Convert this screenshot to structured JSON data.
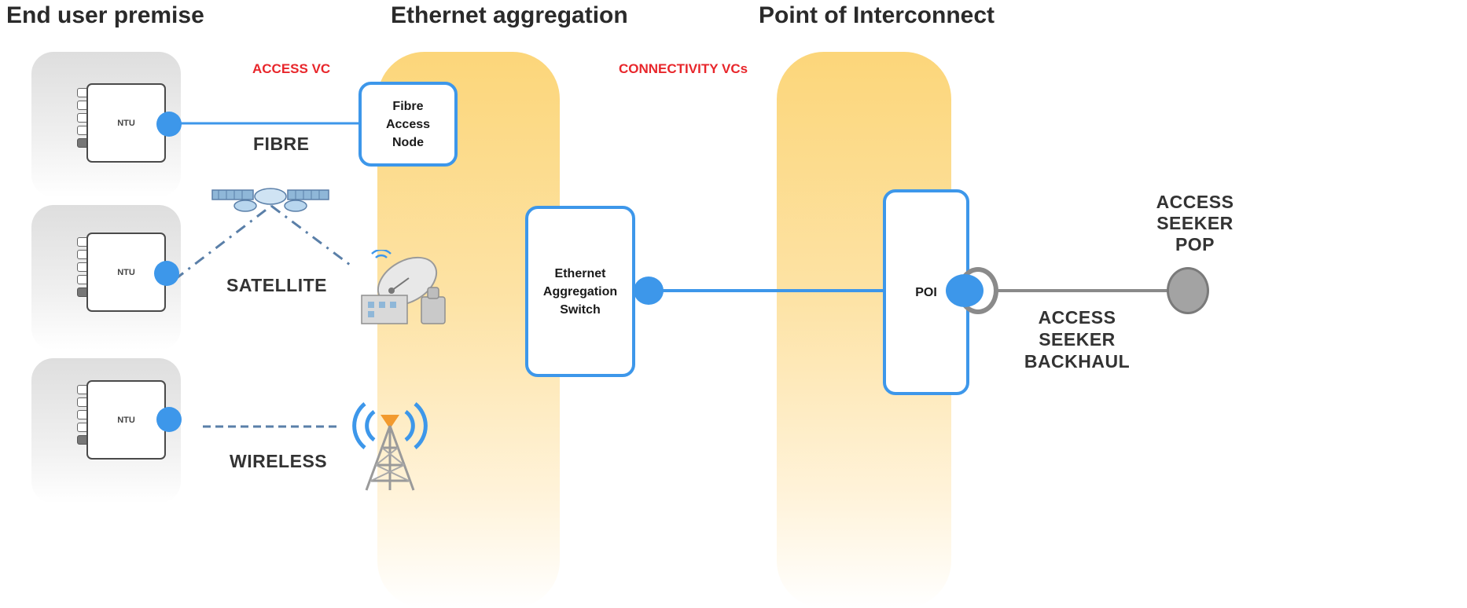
{
  "headings": {
    "end_user_premise": "End user premise",
    "ethernet_aggregation": "Ethernet aggregation",
    "point_of_interconnect": "Point of Interconnect"
  },
  "red_labels": {
    "access_vc": "ACCESS VC",
    "connectivity_vcs": "CONNECTIVITY VCs"
  },
  "ntu_label": "NTU",
  "links": {
    "fibre": "FIBRE",
    "satellite": "SATELLITE",
    "wireless": "WIRELESS"
  },
  "nodes": {
    "fibre_access_node": [
      "Fibre",
      "Access",
      "Node"
    ],
    "ethernet_aggregation_switch": [
      "Ethernet",
      "Aggregation",
      "Switch"
    ],
    "poi": "POI"
  },
  "access_seeker_pop": [
    "ACCESS",
    "SEEKER",
    "POP"
  ],
  "access_seeker_backhaul": [
    "ACCESS",
    "SEEKER",
    "BACKHAUL"
  ],
  "colors": {
    "accent_blue": "#3d97ea",
    "red_label": "#e8262b",
    "zone_yellow": "#fcd67a",
    "backhaul_grey": "#8a8a8a"
  },
  "icons": [
    "ntu-icon",
    "satellite-icon",
    "ground-station-icon",
    "wireless-tower-icon"
  ]
}
